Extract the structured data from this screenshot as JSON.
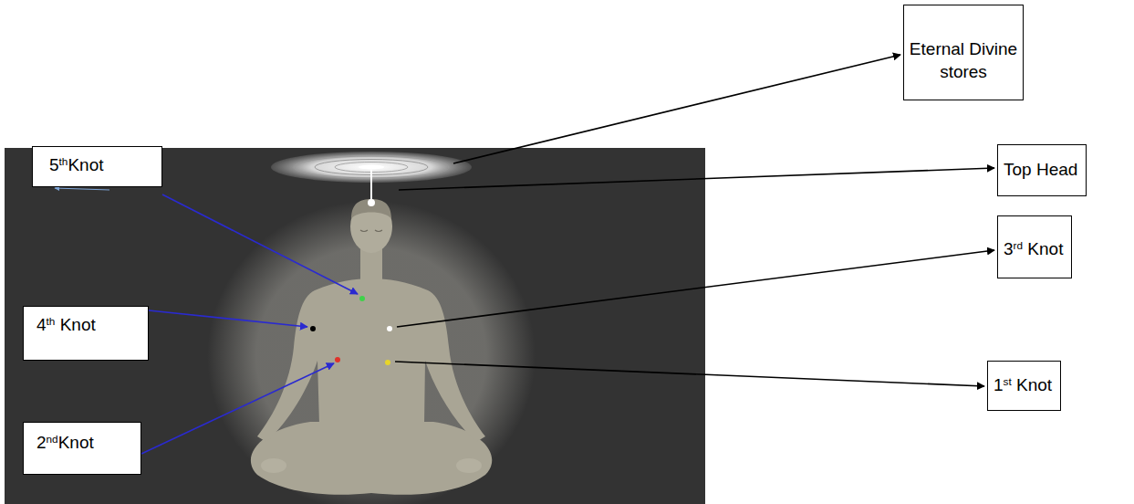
{
  "diagram": {
    "nodes": [
      {
        "text": [
          "Eternal Divine stores"
        ]
      },
      {
        "text": [
          "5thKnot"
        ]
      },
      {
        "text": [
          "Top Head"
        ]
      },
      {
        "text": [
          "4th Knot"
        ]
      },
      {
        "text": [
          "3rd Knot"
        ]
      },
      {
        "text": [
          "2ndKnot"
        ]
      },
      {
        "text": [
          "1st Knot"
        ]
      }
    ]
  }
}
